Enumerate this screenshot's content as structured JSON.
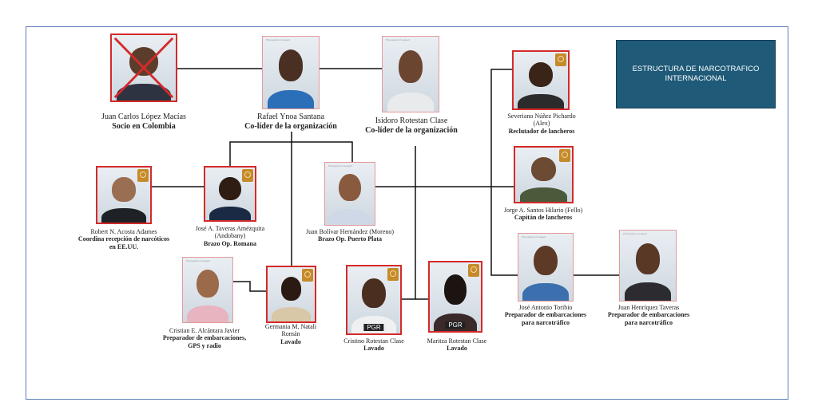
{
  "title": "ESTRUCTURA DE NARCOTRAFICO INTERNACIONAL",
  "photo_tag": "Photograph of suspect",
  "badge": "PGR",
  "colors": {
    "line": "#111111",
    "frame": "#5b7fb8",
    "title_bg": "#1f5a78",
    "photo_border": "#d42a2a"
  },
  "people": [
    {
      "id": "lopez",
      "name": "Juan Carlos López Macías",
      "role": "Socio en Colombia",
      "crossed": true
    },
    {
      "id": "ynoa",
      "name": "Rafael Ynoa Santana",
      "role": "Co-líder de la organización"
    },
    {
      "id": "isidoro",
      "name": "Isidoro Rotestan Clase",
      "role": "Co-líder de la organización"
    },
    {
      "id": "severiano",
      "name": "Severiano Núñez Pichardo (Alex)",
      "role": "Reclutador de lancheros"
    },
    {
      "id": "acosta",
      "name": "Robert N. Acosta Adames",
      "role": "Coordina recepción de narcóticos en EE.UU."
    },
    {
      "id": "taveras",
      "name": "José A. Taveras Amézquita (Andobany)",
      "role": "Brazo Op. Romana"
    },
    {
      "id": "bolivar",
      "name": "Juan Bolívar Hernández (Moreno)",
      "role": "Brazo Op. Puerto Plata"
    },
    {
      "id": "santos",
      "name": "Jorge A. Santos Hilario (Fello)",
      "role": "Capitán de lancheros"
    },
    {
      "id": "alcantara",
      "name": "Cristian E. Alcántara Javier",
      "role": "Preparador de embarcaciones, GPS y radio"
    },
    {
      "id": "germania",
      "name": "Germania M. Natali Román",
      "role": "Lavado"
    },
    {
      "id": "cristino",
      "name": "Cristino Rotestan Clase",
      "role": "Lavado",
      "badge": true
    },
    {
      "id": "maritza",
      "name": "Maritza Rotestan Clase",
      "role": "Lavado",
      "badge": true
    },
    {
      "id": "toribio",
      "name": "José Antonio Toribio",
      "role": "Preparador de embarcaciones para narcotráfico"
    },
    {
      "id": "henriquez",
      "name": "Juan Henríquez Taveras",
      "role": "Preparador de embarcaciones para narcotráfico"
    }
  ]
}
